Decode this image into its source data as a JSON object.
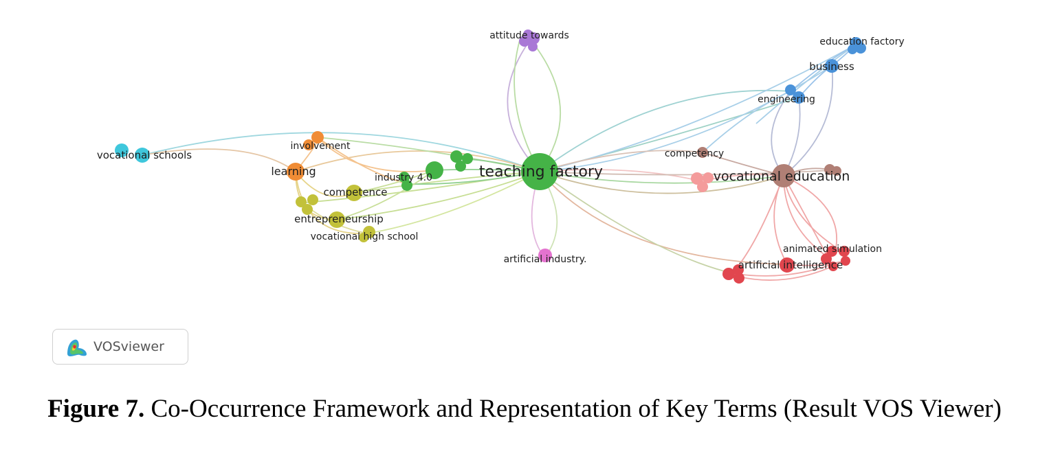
{
  "terms": {
    "teaching_factory": "teaching factory",
    "vocational_education": "vocational education",
    "attitude_towards": "attitude towards",
    "education_factory": "education factory",
    "business": "business",
    "engineering": "engineering",
    "vocational_schools": "vocational schools",
    "involvement": "involvement",
    "learning": "learning",
    "industry_4_0": "industry 4.0",
    "competence": "competence",
    "entrepreneurship": "entrepreneurship",
    "vocational_high_school": "vocational high school",
    "artificial_industry": "artificial industry.",
    "competency": "competency",
    "animated_simulation": "animated simulation",
    "artificial_intelligence": "artificial intelligence"
  },
  "cluster_colors": {
    "green": "#45b347",
    "brown": "#b07f75",
    "purple": "#a978d6",
    "blue": "#4a92d9",
    "cyan": "#3fc7dc",
    "orange": "#f08c35",
    "olive": "#c2c13a",
    "pink": "#e473cf",
    "red": "#e1464e",
    "salmon": "#f49b9b"
  },
  "logo": {
    "text": "VOSviewer"
  },
  "caption": {
    "label": "Figure 7.",
    "text": "Co-Occurrence Framework and Representation of Key Terms (Result VOS Viewer)"
  }
}
